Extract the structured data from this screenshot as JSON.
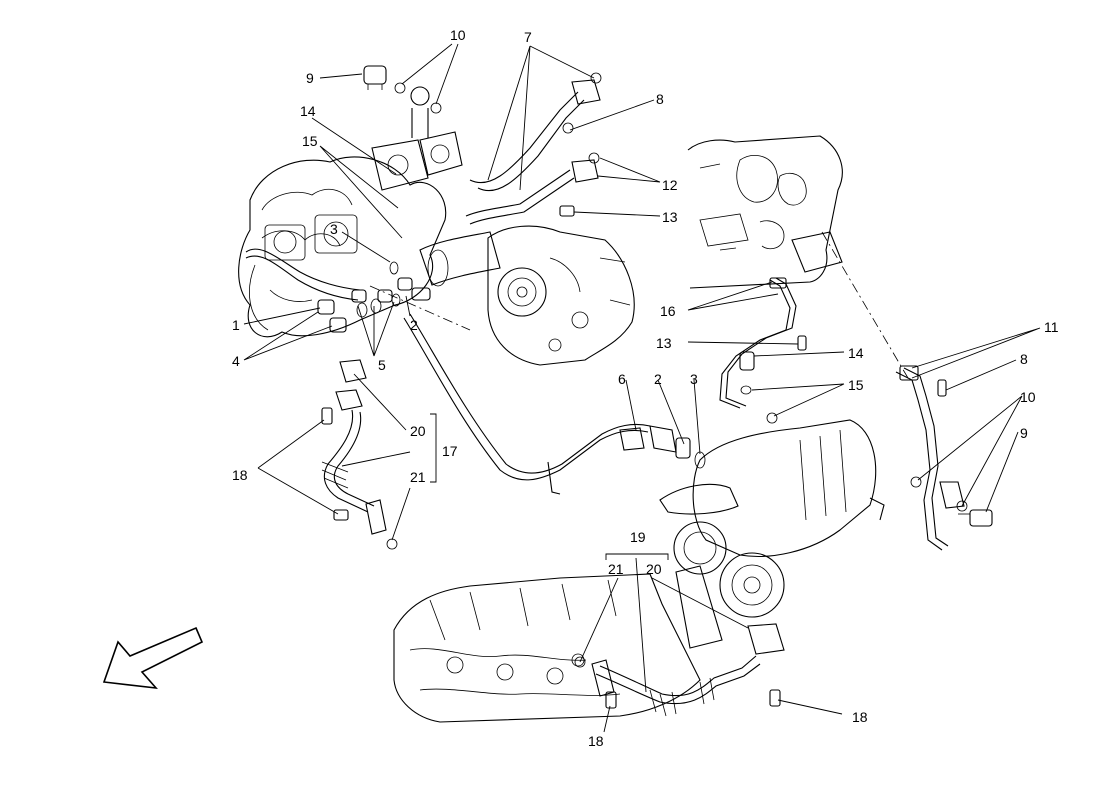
{
  "diagram": {
    "callouts": [
      {
        "id": "c1",
        "text": "1"
      },
      {
        "id": "c2a",
        "text": "2"
      },
      {
        "id": "c2b",
        "text": "2"
      },
      {
        "id": "c3a",
        "text": "3"
      },
      {
        "id": "c3b",
        "text": "3"
      },
      {
        "id": "c4",
        "text": "4"
      },
      {
        "id": "c5",
        "text": "5"
      },
      {
        "id": "c6",
        "text": "6"
      },
      {
        "id": "c7",
        "text": "7"
      },
      {
        "id": "c8a",
        "text": "8"
      },
      {
        "id": "c8b",
        "text": "8"
      },
      {
        "id": "c9a",
        "text": "9"
      },
      {
        "id": "c9b",
        "text": "9"
      },
      {
        "id": "c10a",
        "text": "10"
      },
      {
        "id": "c10b",
        "text": "10"
      },
      {
        "id": "c11",
        "text": "11"
      },
      {
        "id": "c12",
        "text": "12"
      },
      {
        "id": "c13a",
        "text": "13"
      },
      {
        "id": "c13b",
        "text": "13"
      },
      {
        "id": "c14a",
        "text": "14"
      },
      {
        "id": "c14b",
        "text": "14"
      },
      {
        "id": "c15a",
        "text": "15"
      },
      {
        "id": "c15b",
        "text": "15"
      },
      {
        "id": "c16",
        "text": "16"
      },
      {
        "id": "c17",
        "text": "17"
      },
      {
        "id": "c18a",
        "text": "18"
      },
      {
        "id": "c18b",
        "text": "18"
      },
      {
        "id": "c18c",
        "text": "18"
      },
      {
        "id": "c19",
        "text": "19"
      },
      {
        "id": "c20a",
        "text": "20"
      },
      {
        "id": "c20b",
        "text": "20"
      },
      {
        "id": "c21a",
        "text": "21"
      },
      {
        "id": "c21b",
        "text": "21"
      }
    ],
    "icons": {
      "orientation_arrow": "front-direction-arrow-icon"
    },
    "colors": {
      "line": "#000000",
      "background": "#ffffff"
    }
  }
}
